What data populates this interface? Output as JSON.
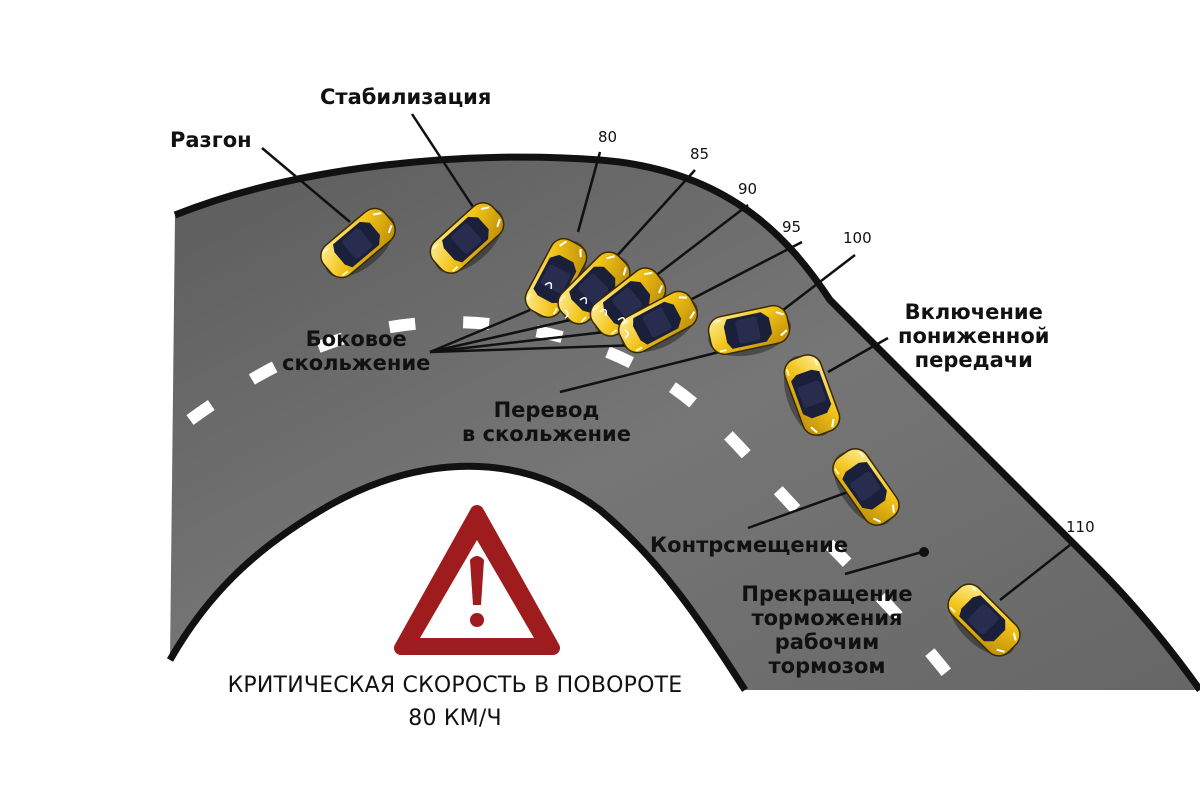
{
  "labels": {
    "razgon": "Разгон",
    "stabilizatsiya": "Стабилизация",
    "bokovoe_line1": "Боковое",
    "bokovoe_line2": "скольжение",
    "perevod_line1": "Перевод",
    "perevod_line2": "в скольжение",
    "vklyuchenie_line1": "Включение",
    "vklyuchenie_line2": "пониженной",
    "vklyuchenie_line3": "передачи",
    "kontrsmeshchenie": "Контрсмещение",
    "prekrashchenie_line1": "Прекращение",
    "prekrashchenie_line2": "торможения",
    "prekrashchenie_line3": "рабочим",
    "prekrashchenie_line4": "тормозом"
  },
  "speeds": [
    "80",
    "85",
    "90",
    "95",
    "100",
    "110"
  ],
  "caption": {
    "line1": "КРИТИЧЕСКАЯ СКОРОСТЬ В ПОВОРОТЕ",
    "line2": "80 КМ/Ч"
  },
  "colors": {
    "road": "#6e6e6e",
    "road_edge": "#111111",
    "lane_marking": "#ffffff",
    "car_body": "#f2c318",
    "car_glass": "#1a1f3a",
    "warning_red": "#9e1b1e"
  }
}
